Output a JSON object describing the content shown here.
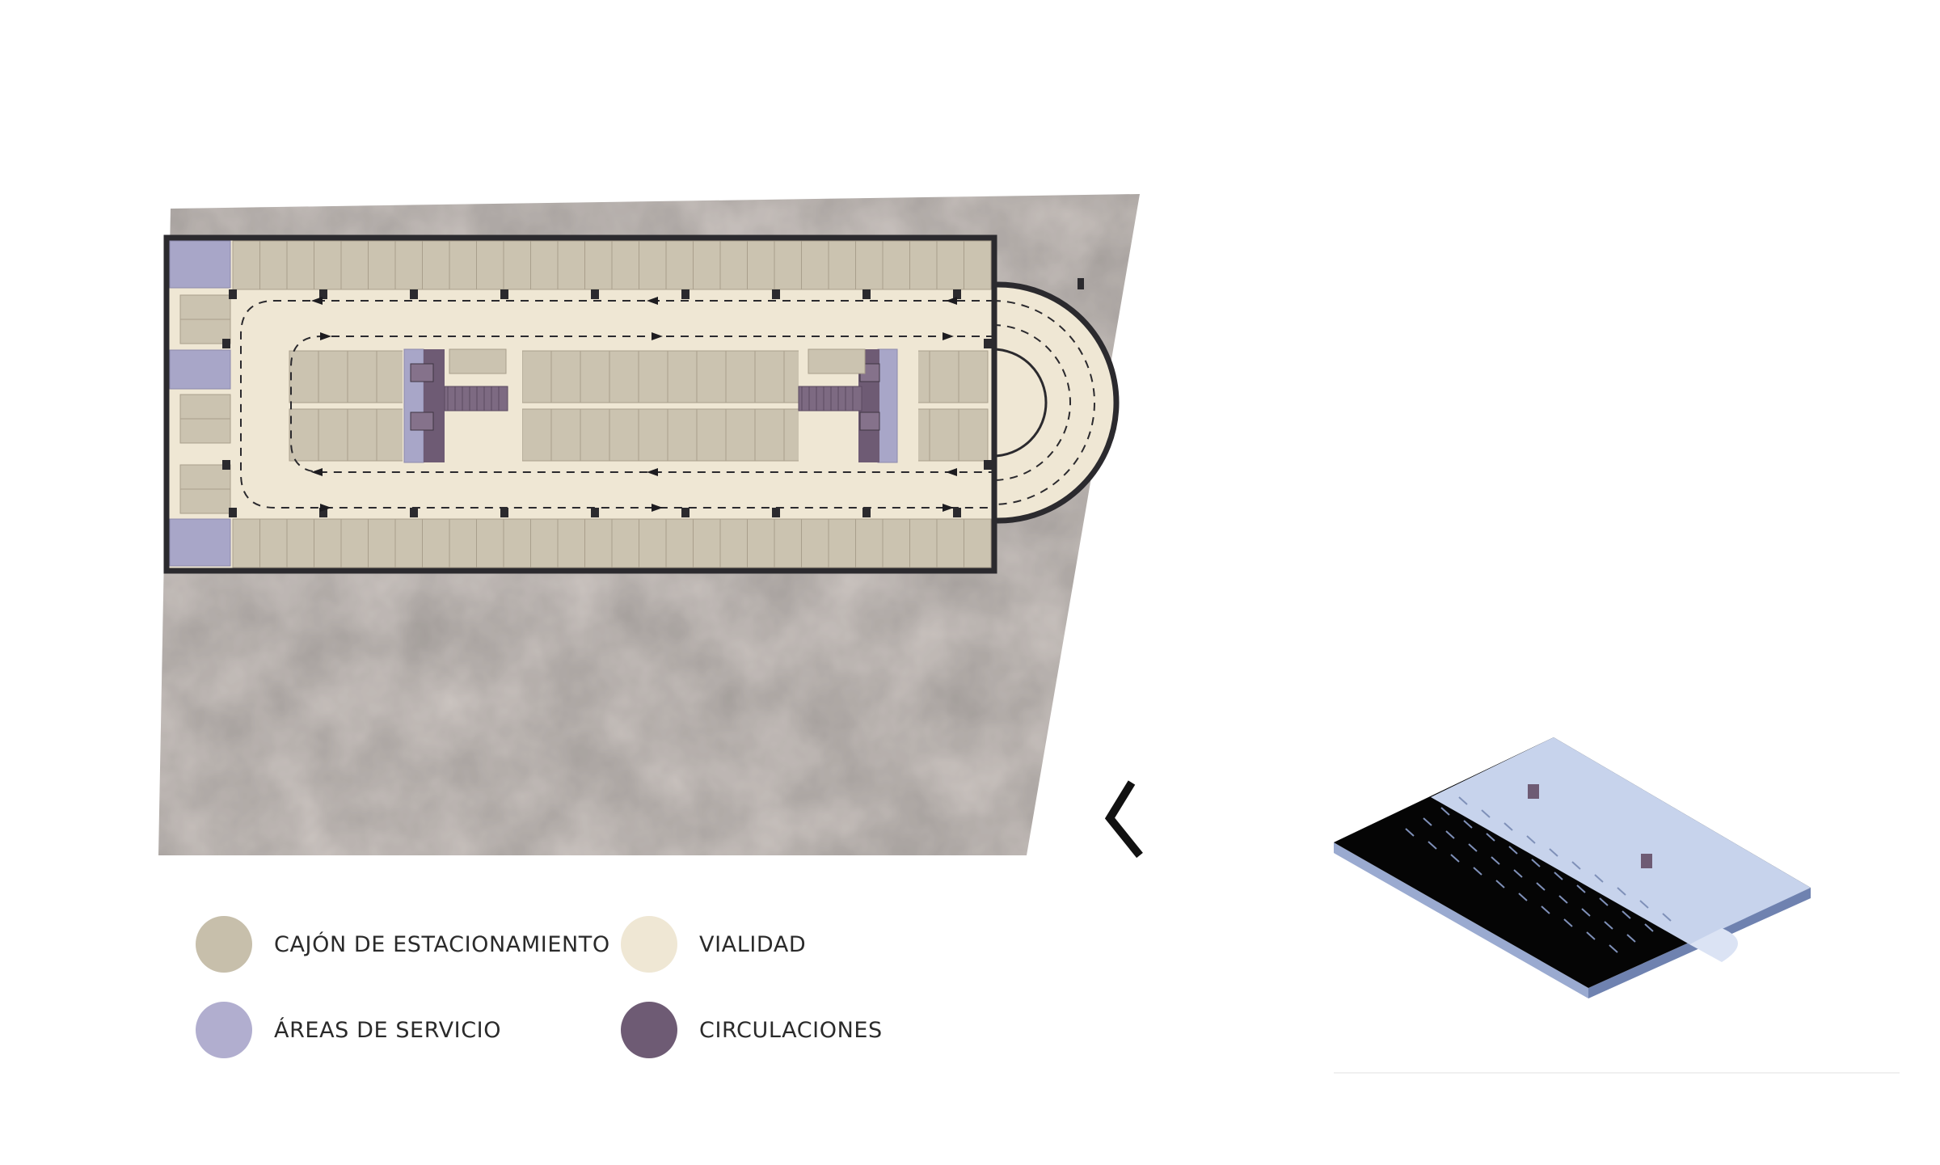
{
  "colors": {
    "terrain": "#cdc6c2",
    "terrain_edge": "#b9b1ad",
    "parking_space": "#cbc3b0",
    "roadway": "#efe7d4",
    "service": "#a8a6c8",
    "circulation": "#6e5b74",
    "wall": "#2b2a2e",
    "iso_base": "#050505",
    "iso_side": "#8a9cc4",
    "iso_floor": "#c7d3ec"
  },
  "icons": {
    "back": "chevron-left-icon"
  },
  "legend": [
    {
      "label": "CAJÓN DE ESTACIONAMIENTO",
      "color": "#c7bfab",
      "icon": "parking-space-swatch"
    },
    {
      "label": "VIALIDAD",
      "color": "#efe7d4",
      "icon": "roadway-swatch"
    },
    {
      "label": "ÁREAS DE SERVICIO",
      "color": "#b1aecf",
      "icon": "service-area-swatch"
    },
    {
      "label": "CIRCULACIONES",
      "color": "#6e5b74",
      "icon": "circulation-swatch"
    }
  ]
}
